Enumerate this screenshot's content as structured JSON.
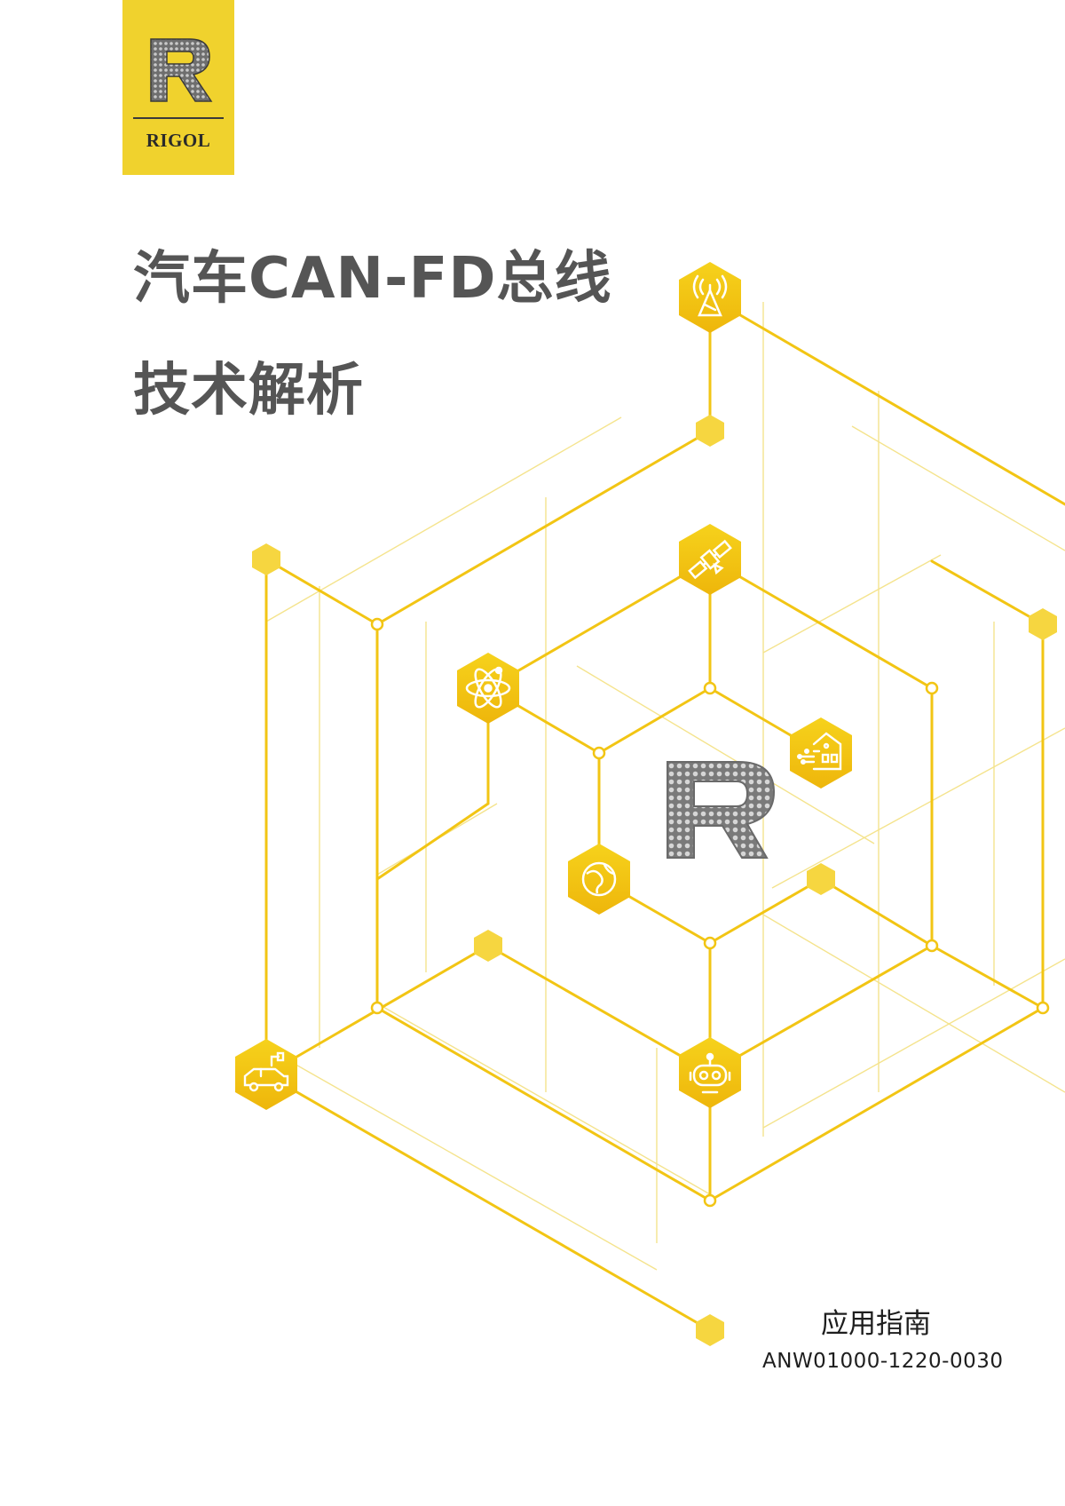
{
  "brand": {
    "name": "RIGOL",
    "color": "#f0d22d",
    "logo_icon": "rigol-r-logo"
  },
  "cover": {
    "title_line1": "汽车CAN-FD总线",
    "title_line2": "技术解析",
    "doc_type": "应用指南",
    "doc_code": "ANW01000-1220-0030"
  },
  "illustration": {
    "accent_color": "#f2c514",
    "icons": [
      {
        "name": "cell-tower-icon"
      },
      {
        "name": "satellite-icon"
      },
      {
        "name": "atom-icon"
      },
      {
        "name": "smart-home-icon"
      },
      {
        "name": "globe-icon"
      },
      {
        "name": "electric-car-icon"
      },
      {
        "name": "robot-icon"
      }
    ]
  }
}
